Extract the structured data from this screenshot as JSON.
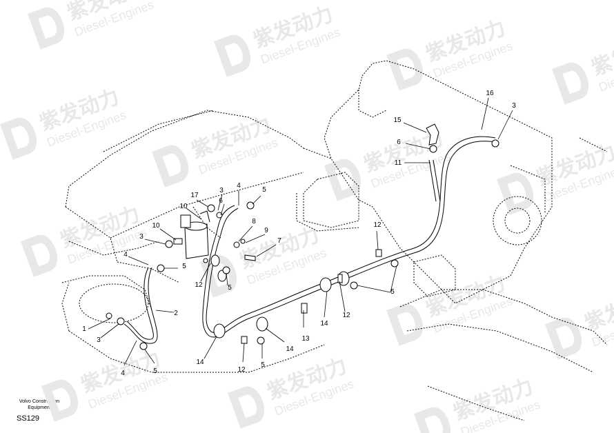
{
  "watermark": {
    "brand": "紫发动力",
    "sub": "Diesel-Engines",
    "color": "#e8e8e8"
  },
  "footer": {
    "line1": "Volvo Construction",
    "line2": "Equipment",
    "code": "SS129"
  },
  "callouts": [
    "16",
    "3",
    "15",
    "6",
    "11",
    "17",
    "3",
    "4",
    "5",
    "10",
    "6",
    "8",
    "9",
    "7",
    "10",
    "3",
    "4",
    "5",
    "12",
    "5",
    "12",
    "5",
    "2",
    "1",
    "3",
    "4",
    "5",
    "14",
    "12",
    "5",
    "14",
    "13",
    "14",
    "12"
  ]
}
